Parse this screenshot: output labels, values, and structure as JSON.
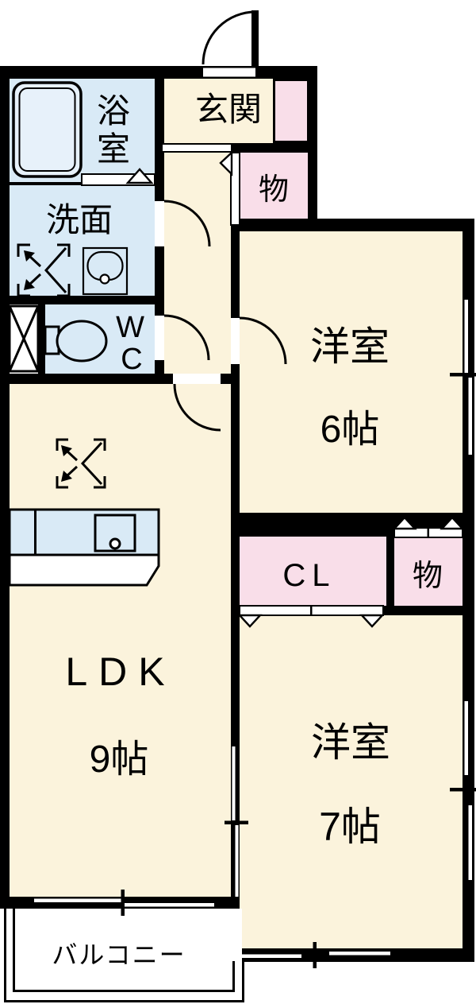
{
  "palette": {
    "wall": "#000000",
    "room_cream": "#FBF3DC",
    "wet_area_blue": "#D9EAF6",
    "closet_pink": "#F9DEE9",
    "bathtub_fill": "#E7F1FA",
    "outside_white": "#FFFFFF"
  },
  "rooms": {
    "entrance": {
      "label": "玄関"
    },
    "bathroom": {
      "label": "浴室",
      "label_chars": [
        "浴",
        "室"
      ]
    },
    "washroom": {
      "label": "洗面"
    },
    "toilet": {
      "label": "WC",
      "label_lines": [
        "W",
        "C"
      ]
    },
    "storage_upper": {
      "label": "物"
    },
    "bedroom_east": {
      "label": "洋室",
      "size": "6帖"
    },
    "closet": {
      "label": "CL"
    },
    "storage_lower": {
      "label": "物"
    },
    "ldk": {
      "label": "LDK",
      "size": "9帖"
    },
    "bedroom_south": {
      "label": "洋室",
      "size": "7帖"
    },
    "balcony": {
      "label": "バルコニー"
    }
  }
}
